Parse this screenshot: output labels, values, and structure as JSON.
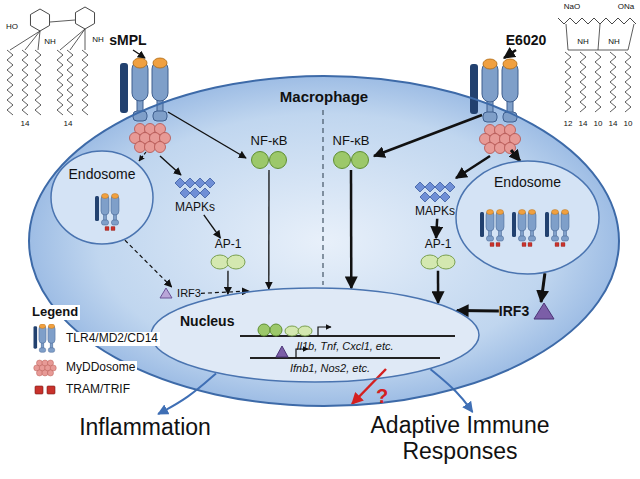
{
  "diagram": {
    "nodes": [
      {
        "text": [
          "Macrophage"
        ]
      },
      {
        "text": [
          "Endosome"
        ],
        "in": 0
      },
      {
        "text": [
          "Endosome"
        ],
        "in": 0
      },
      {
        "text": [
          "Nucleus"
        ],
        "in": 0
      },
      {
        "text": [
          "NF-κB"
        ],
        "in": 0
      },
      {
        "text": [
          "NF-κB"
        ],
        "in": 0
      },
      {
        "text": [
          "MAPKs"
        ],
        "in": 0
      },
      {
        "text": [
          "MAPKs"
        ],
        "in": 0
      },
      {
        "text": [
          "AP-1"
        ],
        "in": 0
      },
      {
        "text": [
          "AP-1"
        ],
        "in": 0
      },
      {
        "text": [
          "IRF3"
        ],
        "in": 0
      },
      {
        "text": [
          "IRF3"
        ],
        "in": 0
      },
      {
        "text": [
          "Inflammation"
        ]
      },
      {
        "text": [
          "Adaptive Immune Responses"
        ]
      }
    ],
    "edges": [
      {
        "from": 6,
        "to": 8,
        "arrow": "to"
      },
      {
        "from": 7,
        "to": 9,
        "arrow": "to"
      },
      {
        "from": 4,
        "to": 3,
        "arrow": "to"
      },
      {
        "from": 5,
        "to": 3,
        "arrow": "to"
      },
      {
        "from": 8,
        "to": 3,
        "arrow": "to"
      },
      {
        "from": 9,
        "to": 3,
        "arrow": "to"
      },
      {
        "from": 1,
        "to": 10,
        "arrow": "to"
      },
      {
        "from": 10,
        "to": 3,
        "arrow": "to"
      },
      {
        "from": 2,
        "to": 11,
        "arrow": "to"
      },
      {
        "from": 11,
        "to": 3,
        "arrow": "to"
      },
      {
        "from": 3,
        "to": 12,
        "arrow": "to"
      },
      {
        "from": 3,
        "to": 13,
        "arrow": "to"
      }
    ],
    "labels": [
      "sMPL",
      "E6020",
      "Il1b, Tnf, Cxcl1, etc.",
      "Ifnb1, Nos2, etc.",
      "?",
      "Legend",
      "HO",
      "NH",
      "NH",
      "14",
      "14",
      "NaO",
      "ONa",
      "NH",
      "NH",
      "12",
      "14",
      "10",
      "14",
      "10"
    ],
    "legend": [
      {
        "text": "TLR4/MD2/CD14"
      },
      {
        "text": "MyDDosome"
      },
      {
        "text": "TRAM/TRIF"
      }
    ]
  }
}
